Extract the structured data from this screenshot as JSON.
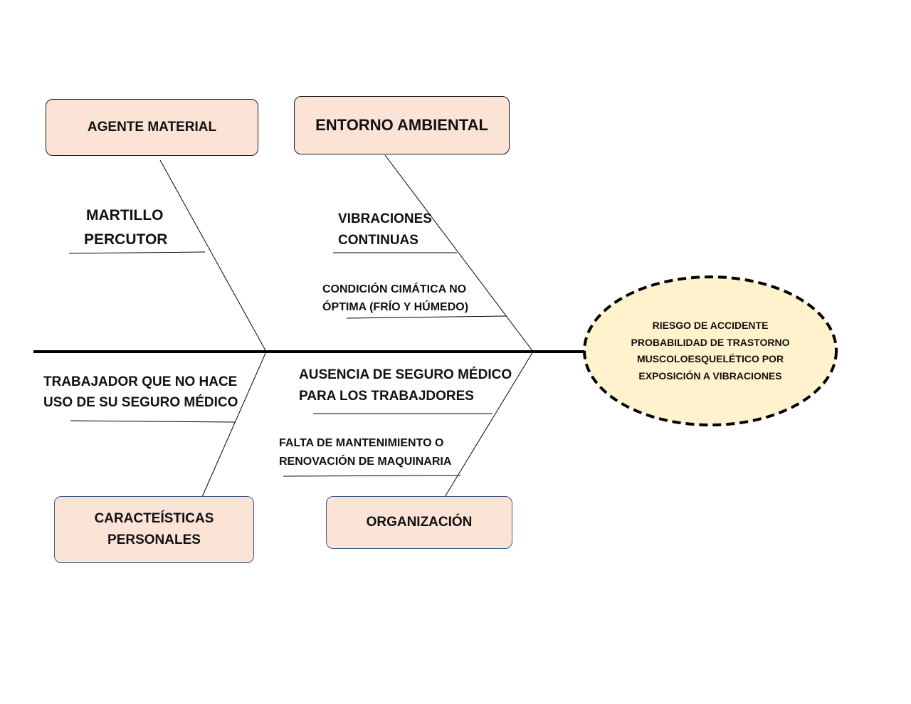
{
  "categories": {
    "agente_material": "AGENTE MATERIAL",
    "entorno_ambiental": "ENTORNO AMBIENTAL",
    "caracteristicas_personales_1": "CARACTEÍSTICAS",
    "caracteristicas_personales_2": "PERSONALES",
    "organizacion": "ORGANIZACIÓN"
  },
  "causes": {
    "martillo_1": "MARTILLO",
    "martillo_2": "PERCUTOR",
    "vibraciones_1": "VIBRACIONES",
    "vibraciones_2": "CONTINUAS",
    "condicion_1": "CONDICIÓN CIMÁTICA NO",
    "condicion_2": "ÓPTIMA (FRÍO Y HÚMEDO)",
    "trabajador_1": "TRABAJADOR QUE NO HACE",
    "trabajador_2": "USO DE SU SEGURO MÉDICO",
    "ausencia_1": "AUSENCIA DE SEGURO MÉDICO",
    "ausencia_2": "PARA LOS TRABAJDORES",
    "falta_1": "FALTA DE MANTENIMIENTO O",
    "falta_2": "RENOVACIÓN DE MAQUINARIA"
  },
  "effect": {
    "text": "RIESGO DE ACCIDENTE PROBABILIDAD DE TRASTORNO MUSCOLOESQUELÉTICO POR EXPOSICIÓN A VIBRACIONES"
  },
  "colors": {
    "box_fill": "#fbe4d6",
    "effect_fill": "#fff2cc",
    "line": "#000000"
  }
}
